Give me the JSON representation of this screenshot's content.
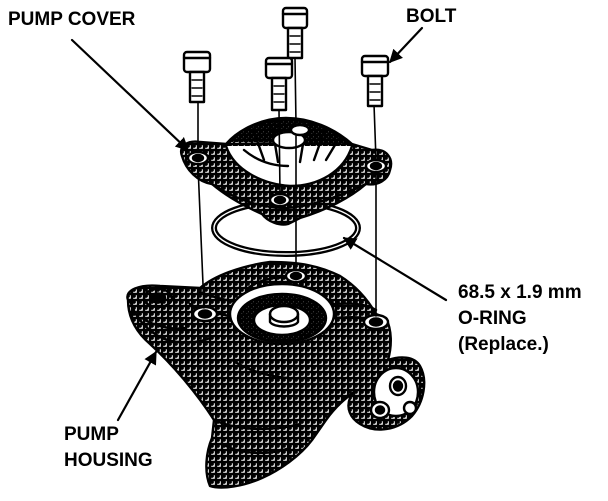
{
  "labels": {
    "pump_cover": "PUMP COVER",
    "bolt": "BOLT",
    "oring_size": "68.5 x 1.9 mm",
    "oring_name": "O-RING",
    "oring_note": "(Replace.)",
    "pump_line1": "PUMP",
    "pump_line2": "HOUSING"
  },
  "colors": {
    "ink": "#000000",
    "paper": "#ffffff"
  }
}
